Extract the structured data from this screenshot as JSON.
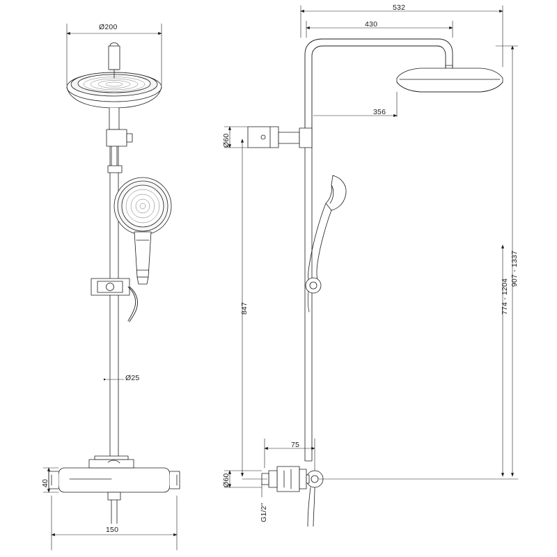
{
  "drawing": {
    "title": "shower-column-technical-drawing",
    "line_color": "#1a1a1a",
    "fill_color": "#ffffff",
    "shade_color": "#e8e8e8",
    "views": [
      {
        "name": "front-elevation",
        "label": ""
      },
      {
        "name": "side-elevation",
        "label": ""
      }
    ],
    "dimensions": {
      "head_diameter": "Ø200",
      "rail_diameter": "Ø25",
      "valve_height": "40",
      "valve_centres": "150",
      "overall_projection": "532",
      "arm_projection": "430",
      "head_width_side": "356",
      "bracket_diameter_upper": "Ø60",
      "bracket_diameter_lower": "Ø60",
      "rail_overall_height": "847",
      "handset_range": "774 - 1204",
      "head_range": "907 - 1337",
      "valve_projection": "75",
      "inlet_thread": "G1/2\""
    }
  }
}
